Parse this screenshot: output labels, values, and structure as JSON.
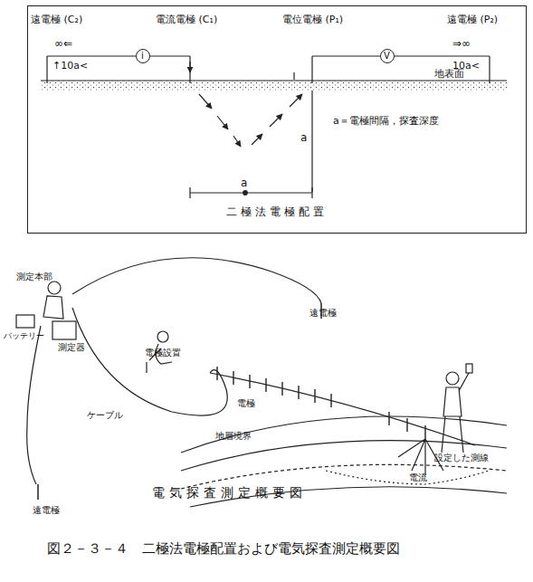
{
  "diagram": {
    "caption": "図２－３－４　二極法電極配置および電気探査測定概要図",
    "nodes": [
      {
        "text": [
          "二極法電極配置"
        ]
      },
      {
        "text": [
          "i"
        ],
        "in": 0
      },
      {
        "text": [
          "V"
        ],
        "in": 0
      }
    ],
    "labels": [
      "遠電極 (C₂)",
      "電流電極 (C₁)",
      "電位電極 (P₁)",
      "遠電極 (P₂)",
      "∞⇐",
      "↑10a<",
      "⇒∞",
      "10a<",
      "地表面",
      "a＝電極間隔，探査深度",
      "a",
      "a",
      "測定本部",
      "バッテリー",
      "測定器",
      "遠電極",
      "電極設置",
      "ケーブル",
      "電極",
      "地層境界",
      "電流",
      "設定した測線",
      "遠電極",
      "電気探査測定概要図"
    ]
  }
}
